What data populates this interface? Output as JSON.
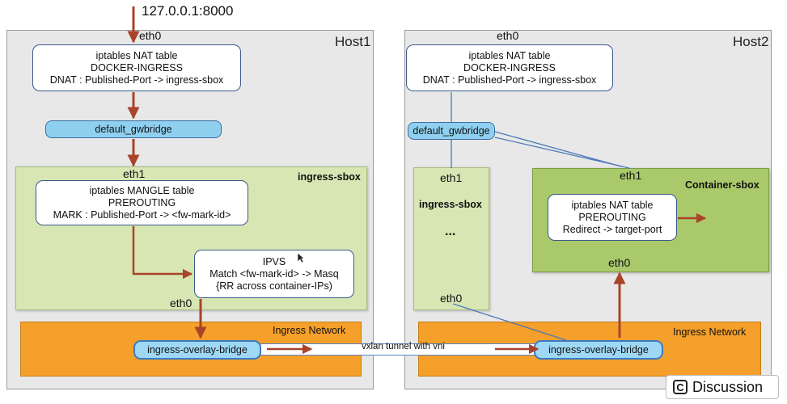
{
  "url_label": "127.0.0.1:8000",
  "host1": {
    "title": "Host1",
    "eth0_top": "eth0",
    "nat_box": [
      "iptables NAT table",
      "DOCKER-INGRESS",
      "DNAT : Published-Port -> ingress-sbox"
    ],
    "gwbridge": "default_gwbridge",
    "sbox_title": "ingress-sbox",
    "eth1": "eth1",
    "mangle_box": [
      "iptables MANGLE table",
      "PREROUTING",
      "MARK : Published-Port -> <fw-mark-id>"
    ],
    "ipvs_box": [
      "IPVS",
      "Match <fw-mark-id> -> Masq",
      "{RR across container-IPs)"
    ],
    "eth0_bottom": "eth0",
    "ingress_network": "Ingress Network",
    "overlay_bridge": "ingress-overlay-bridge"
  },
  "host2": {
    "title": "Host2",
    "eth0_top": "eth0",
    "nat_box": [
      "iptables NAT table",
      "DOCKER-INGRESS",
      "DNAT : Published-Port -> ingress-sbox"
    ],
    "gwbridge": "default_gwbridge",
    "ingress_sbox": {
      "eth1": "eth1",
      "title": "ingress-sbox",
      "dots": "...",
      "eth0": "eth0"
    },
    "container_sbox": {
      "title": "Container-sbox",
      "eth1": "eth1",
      "nat_box": [
        "iptables NAT table",
        "PREROUTING",
        "Redirect -> target-port"
      ],
      "eth0": "eth0"
    },
    "ingress_network": "Ingress Network",
    "overlay_bridge": "ingress-overlay-bridge"
  },
  "tunnel_label": "vxlan tunnel with vni",
  "discussion": {
    "icon": "C",
    "label": "Discussion"
  },
  "colors": {
    "arrow": "#a9432a",
    "link_line": "#4a78b8",
    "ingress_orange": "#f5a02a",
    "green_light": "#d7e6b3",
    "green_dark": "#a9c96b",
    "bridge_blue": "#8fd0f0"
  }
}
